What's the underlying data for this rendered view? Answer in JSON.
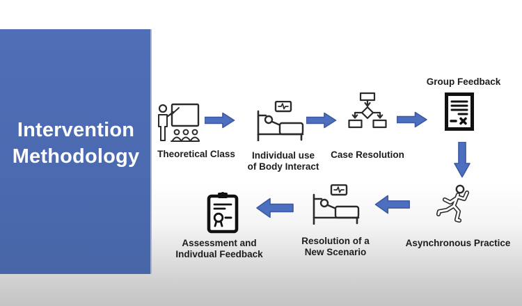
{
  "slide": {
    "title": "Intervention\nMethodology",
    "colors": {
      "panel_blue": "#4c6ab0",
      "arrow_blue": "#4d6fbf",
      "arrow_border": "#3d57a0",
      "icon_stroke": "#2a2a2a",
      "label_text": "#1c1c1c",
      "background_fade": "#c5c4c4"
    }
  },
  "flow": {
    "steps": [
      {
        "label": "Theoretical Class",
        "icon": "presenter-blackboard-icon"
      },
      {
        "label": "Individual use\nof Body Interact",
        "icon": "patient-bed-monitor-icon"
      },
      {
        "label": "Case Resolution",
        "icon": "flowchart-icon"
      },
      {
        "label": "Group Feedback",
        "icon": "document-x-icon"
      },
      {
        "label": "Asynchronous Practice",
        "icon": "running-person-icon"
      },
      {
        "label": "Resolution of a\nNew Scenario",
        "icon": "patient-bed-monitor-icon"
      },
      {
        "label": "Assessment and\nIndivdual Feedback",
        "icon": "clipboard-award-icon"
      }
    ]
  }
}
